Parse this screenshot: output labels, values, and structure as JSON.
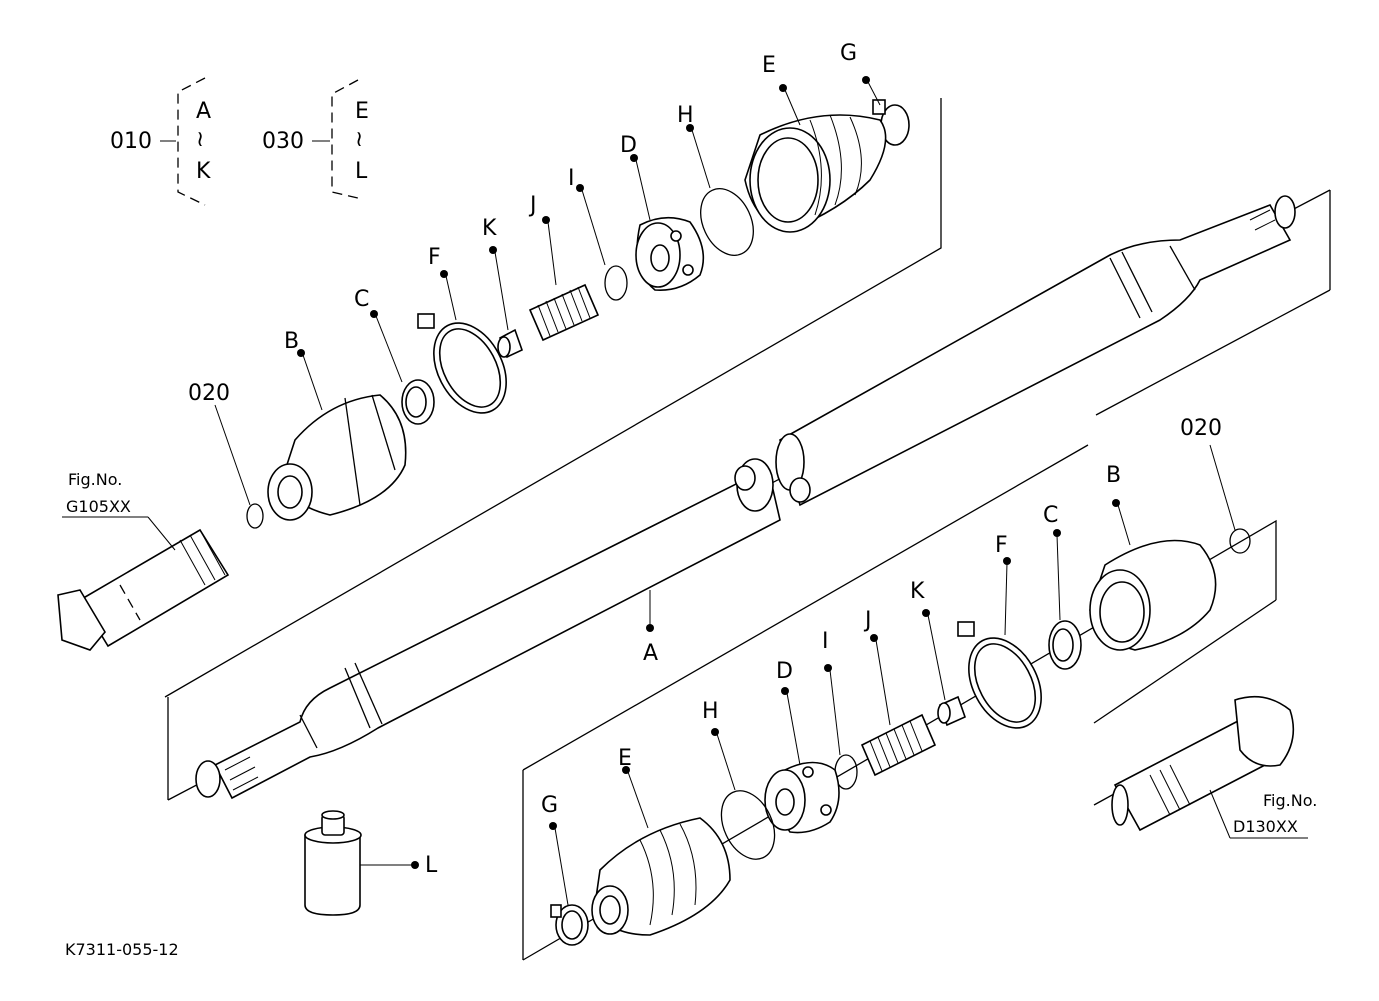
{
  "groups": [
    {
      "number": "010",
      "range_start": "A",
      "range_tilde": "≀",
      "range_end": "K"
    },
    {
      "number": "030",
      "range_start": "E",
      "range_tilde": "≀",
      "range_end": "L"
    }
  ],
  "upper_assembly": {
    "callouts": [
      "G",
      "E",
      "H",
      "D",
      "I",
      "J",
      "K",
      "F",
      "C",
      "B",
      "020"
    ]
  },
  "lower_assembly": {
    "callouts": [
      "020",
      "B",
      "C",
      "F",
      "K",
      "J",
      "I",
      "D",
      "H",
      "E",
      "G"
    ]
  },
  "shaft_label": "A",
  "grease_label": "L",
  "references": [
    {
      "title": "Fig.No.",
      "code": "G105XX"
    },
    {
      "title": "Fig.No.",
      "code": "D130XX"
    }
  ],
  "drawing_number": "K7311-055-12"
}
